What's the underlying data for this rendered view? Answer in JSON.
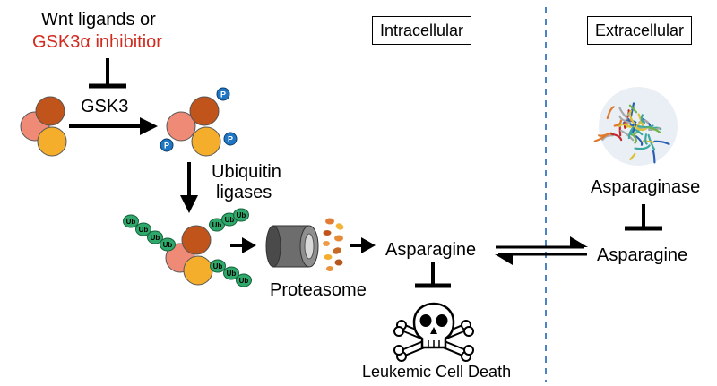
{
  "labels": {
    "wnt_line1": "Wnt ligands or",
    "wnt_line2": "GSK3α inhibitior",
    "gsk3": "GSK3",
    "ubiquitin_line1": "Ubiquitin",
    "ubiquitin_line2": "ligases",
    "proteasome": "Proteasome",
    "asparagine_intra": "Asparagine",
    "asparagine_extra": "Asparagine",
    "asparaginase": "Asparaginase",
    "death": "Leukemic Cell Death",
    "intracellular": "Intracellular",
    "extracellular": "Extracellular",
    "phospho": "P",
    "ub": "Ub"
  },
  "colors": {
    "salmon": "#ee8a76",
    "brown": "#c1541b",
    "orange": "#f5ae2c",
    "phospho_blue": "#1f77c4",
    "ub_green": "#2ea86b",
    "title_red": "#d32a1e",
    "divider_blue": "#4b84c4"
  },
  "icons": {
    "protein_complex": "three-circle-protein-complex-icon",
    "proteasome": "proteasome-cylinder-icon",
    "fragments": "peptide-fragments-icon",
    "skull": "skull-crossbones-icon",
    "asparaginase": "asparaginase-protein-structure-icon"
  }
}
